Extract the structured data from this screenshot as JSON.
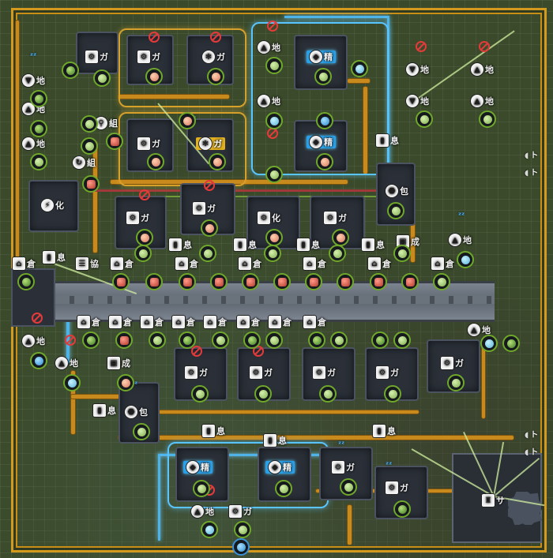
{
  "colors": {
    "belt": "#c88a1c",
    "water_pipe": "#4fb3e8",
    "border": "#d49a1e",
    "ground": "#3a4a2a",
    "forbidden": "#e53a3a",
    "sleep": "#4ab4ff"
  },
  "labels": {
    "gas": "ガ",
    "ground": "地",
    "refine": "精",
    "assemble": "組",
    "chem": "化",
    "rest": "息",
    "pack": "包",
    "warehouse": "倉",
    "cooperate": "協",
    "produce": "成",
    "support": "サ",
    "train": "ト"
  },
  "icons": {
    "forbidden": "forbidden-icon",
    "sleep": "zzz-icon",
    "gas_machine": "gas-machine-icon",
    "ground_up": "ground-up-icon",
    "ground_down": "ground-down-icon",
    "refine": "refine-icon",
    "assemble": "assemble-icon",
    "rest": "rest-icon",
    "pack": "pack-icon",
    "warehouse": "warehouse-icon",
    "produce": "produce-icon",
    "support": "support-icon",
    "chem": "chem-icon"
  }
}
